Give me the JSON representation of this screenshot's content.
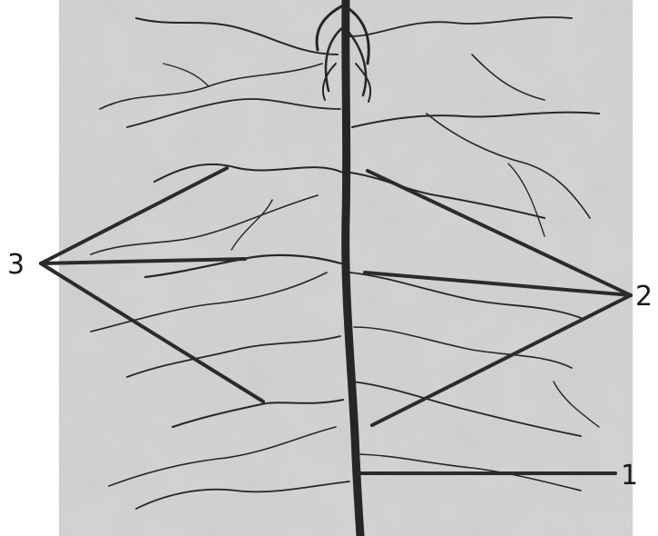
{
  "figure": {
    "labels": {
      "main_root": "1",
      "root_group_2": "2",
      "root_group_3": "3"
    },
    "colors": {
      "background": "#ffffff",
      "soil": "#d6d6d6",
      "root": "#262626",
      "leader": "#2b2b2b",
      "text": "#1a1a1a"
    }
  }
}
